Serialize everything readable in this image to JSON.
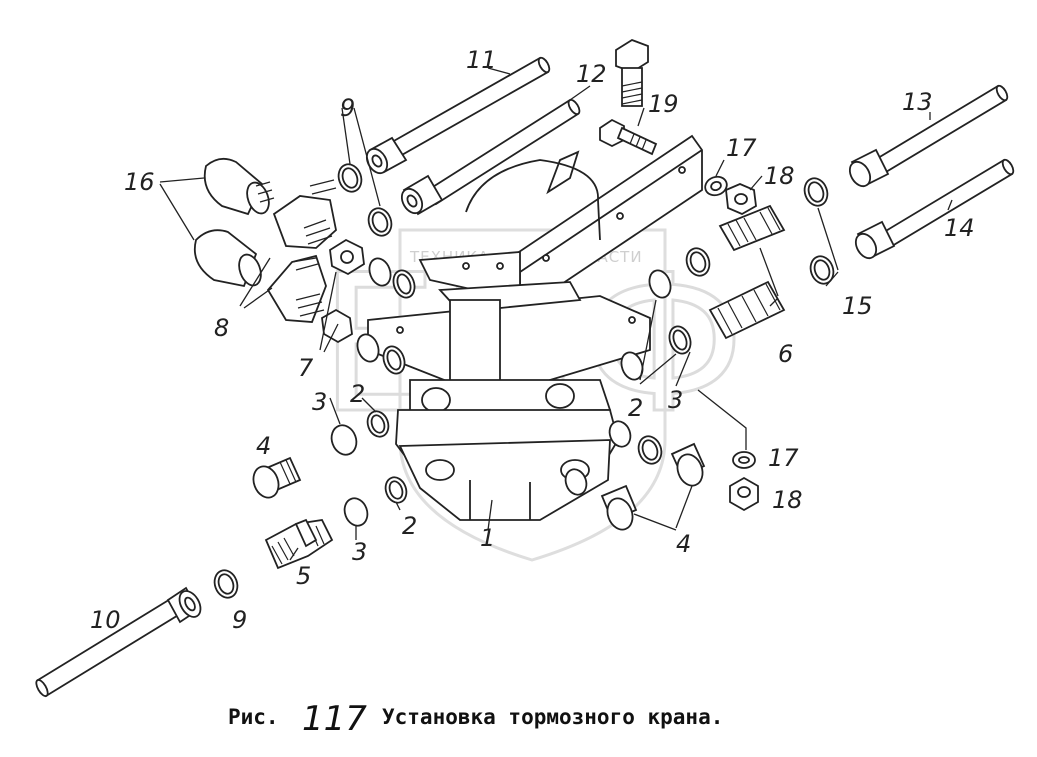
{
  "figure": {
    "caption_prefix": "Рис.",
    "caption_number": "117",
    "caption_text": "Установка тормозного крана."
  },
  "watermark": {
    "logo_letters": "ЕПФ",
    "text_left": "ТЕХНИКА",
    "text_right": "ЗАПЧАСТИ"
  },
  "labels": {
    "l1": "1",
    "l2a": "2",
    "l2b": "2",
    "l2c": "2",
    "l3a": "3",
    "l3b": "3",
    "l3c": "3",
    "l4a": "4",
    "l4b": "4",
    "l5": "5",
    "l6": "6",
    "l7": "7",
    "l8": "8",
    "l9a": "9",
    "l9b": "9",
    "l10": "10",
    "l11": "11",
    "l12": "12",
    "l13": "13",
    "l14": "14",
    "l15": "15",
    "l16": "16",
    "l17a": "17",
    "l17b": "17",
    "l18a": "18",
    "l18b": "18",
    "l19": "19"
  }
}
